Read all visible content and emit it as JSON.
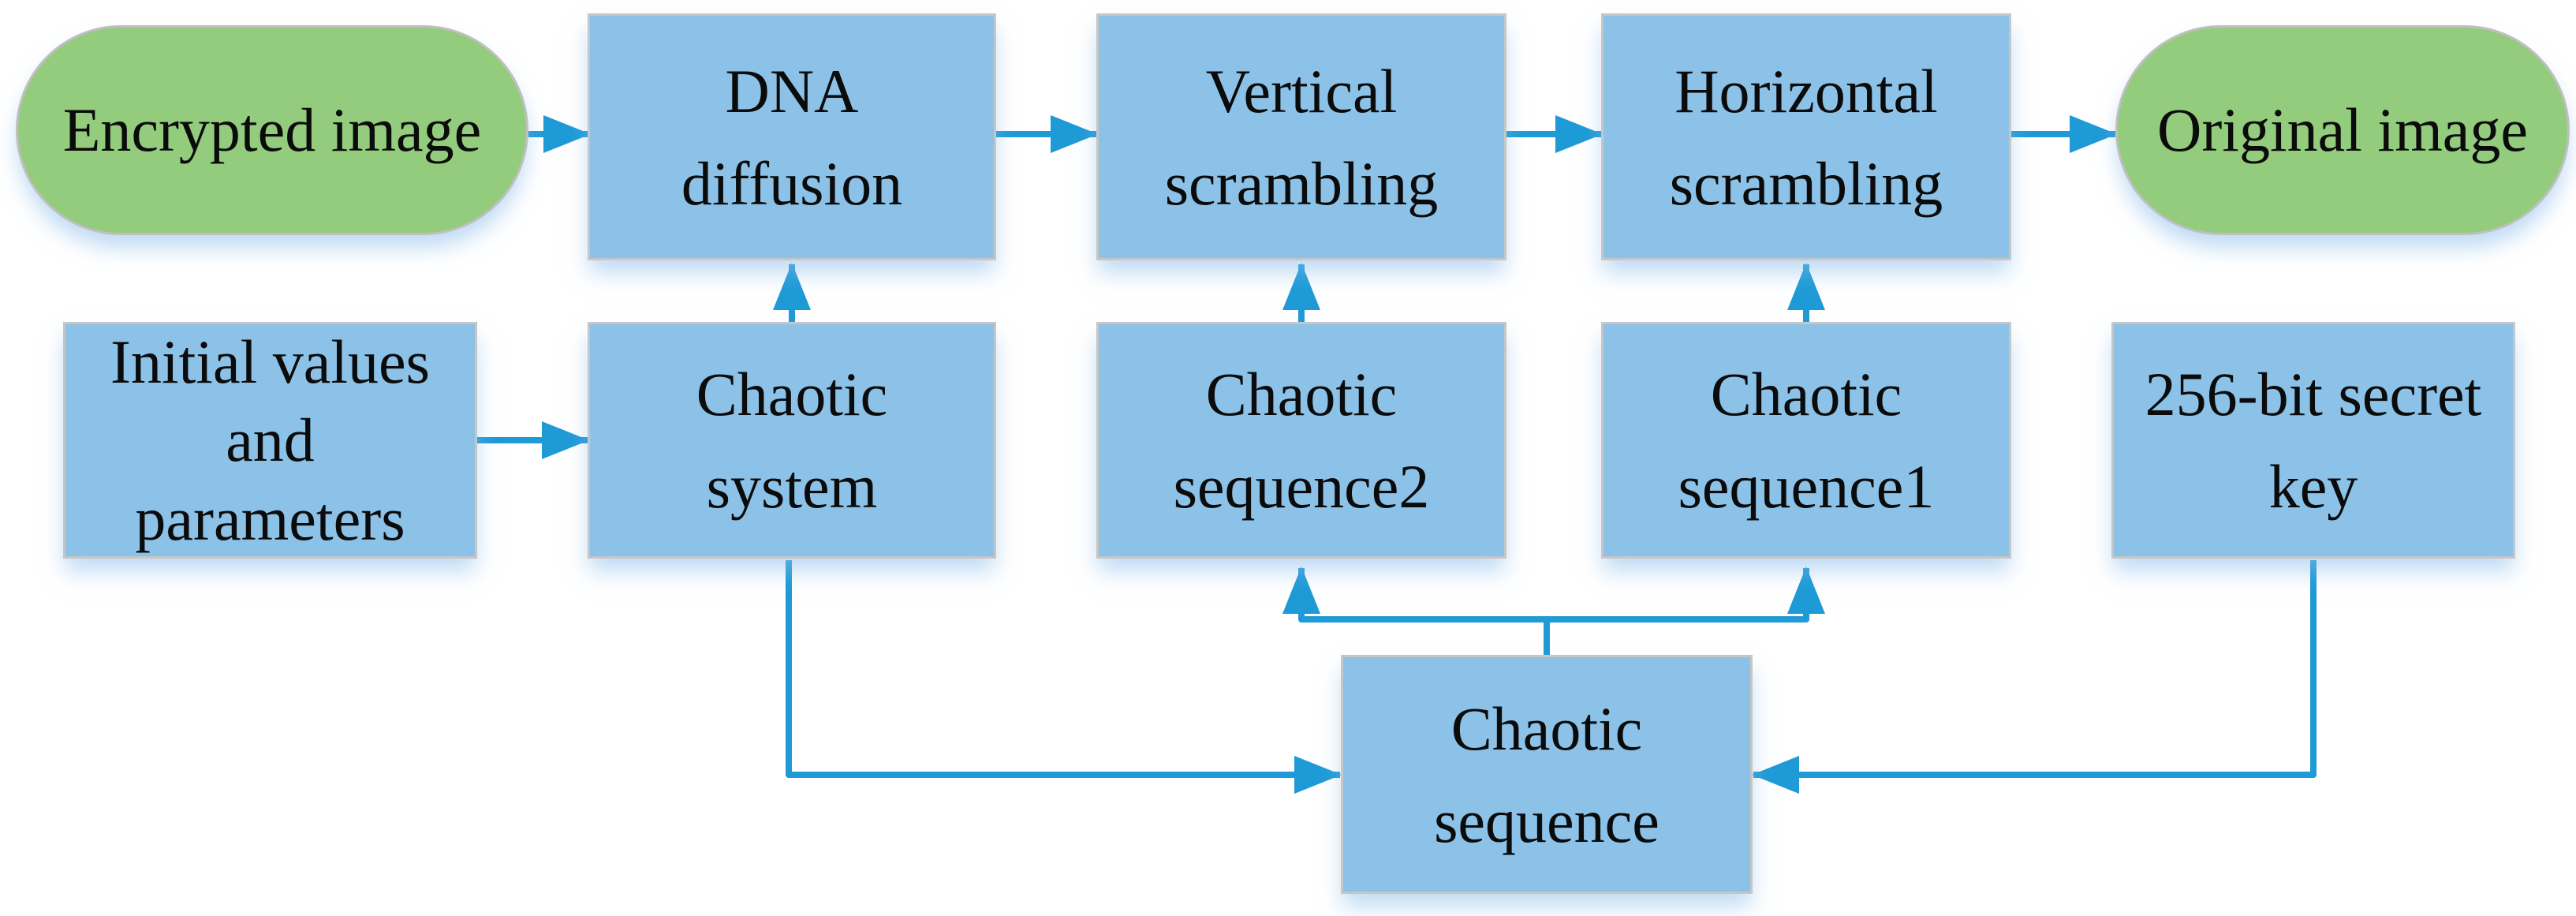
{
  "colors": {
    "node-fill": "#8CC2E7",
    "node-border": "#C6C6C6",
    "terminal-fill": "#93CC7D",
    "terminal-border": "#BFBFBF",
    "arrow": "#1E9AD6",
    "text": "#0B0B0B",
    "background": "#FFFFFF"
  },
  "nodes": {
    "encrypted_image": {
      "label": "Encrypted image"
    },
    "dna_diffusion": {
      "lines": [
        "DNA",
        "diffusion"
      ]
    },
    "vertical_scrambling": {
      "lines": [
        "Vertical",
        "scrambling"
      ]
    },
    "horizontal_scrambling": {
      "lines": [
        "Horizontal",
        "scrambling"
      ]
    },
    "original_image": {
      "label": "Original image"
    },
    "initial_values": {
      "lines": [
        "Initial values",
        "and",
        "parameters"
      ]
    },
    "chaotic_system": {
      "lines": [
        "Chaotic",
        "system"
      ]
    },
    "chaotic_sequence2": {
      "lines": [
        "Chaotic",
        "sequence2"
      ]
    },
    "chaotic_sequence1": {
      "lines": [
        "Chaotic",
        "sequence1"
      ]
    },
    "secret_key": {
      "lines": [
        "256-bit secret",
        "key"
      ]
    },
    "chaotic_sequence": {
      "lines": [
        "Chaotic",
        "sequence"
      ]
    }
  },
  "edges": [
    {
      "from": "encrypted_image",
      "to": "dna_diffusion"
    },
    {
      "from": "dna_diffusion",
      "to": "vertical_scrambling"
    },
    {
      "from": "vertical_scrambling",
      "to": "horizontal_scrambling"
    },
    {
      "from": "horizontal_scrambling",
      "to": "original_image"
    },
    {
      "from": "initial_values",
      "to": "chaotic_system"
    },
    {
      "from": "chaotic_system",
      "to": "dna_diffusion"
    },
    {
      "from": "chaotic_sequence2",
      "to": "vertical_scrambling"
    },
    {
      "from": "chaotic_sequence1",
      "to": "horizontal_scrambling"
    },
    {
      "from": "chaotic_system",
      "to": "chaotic_sequence"
    },
    {
      "from": "secret_key",
      "to": "chaotic_sequence"
    },
    {
      "from": "chaotic_sequence",
      "to": "chaotic_sequence2"
    },
    {
      "from": "chaotic_sequence",
      "to": "chaotic_sequence1"
    }
  ]
}
